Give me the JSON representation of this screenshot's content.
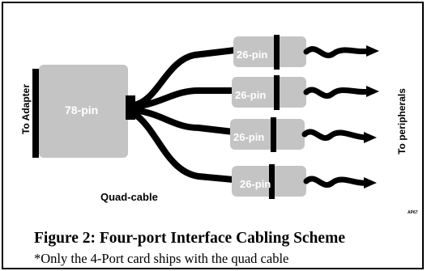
{
  "diagram": {
    "left_label": "To Adapter",
    "right_label": "To peripherals",
    "main_connector_label": "78-pin",
    "port_connectors": [
      {
        "label": "26-pin"
      },
      {
        "label": "26-pin"
      },
      {
        "label": "26-pin"
      },
      {
        "label": "26-pin"
      }
    ],
    "cable_label": "Quad-cable",
    "corner_code": "AP67",
    "colors": {
      "connector": "#c4c4c4",
      "cable": "#000000",
      "port_label": "#ffffff"
    }
  },
  "caption": {
    "title": "Figure 2: Four-port Interface Cabling Scheme",
    "note": "*Only the 4-Port card ships with the quad cable"
  }
}
